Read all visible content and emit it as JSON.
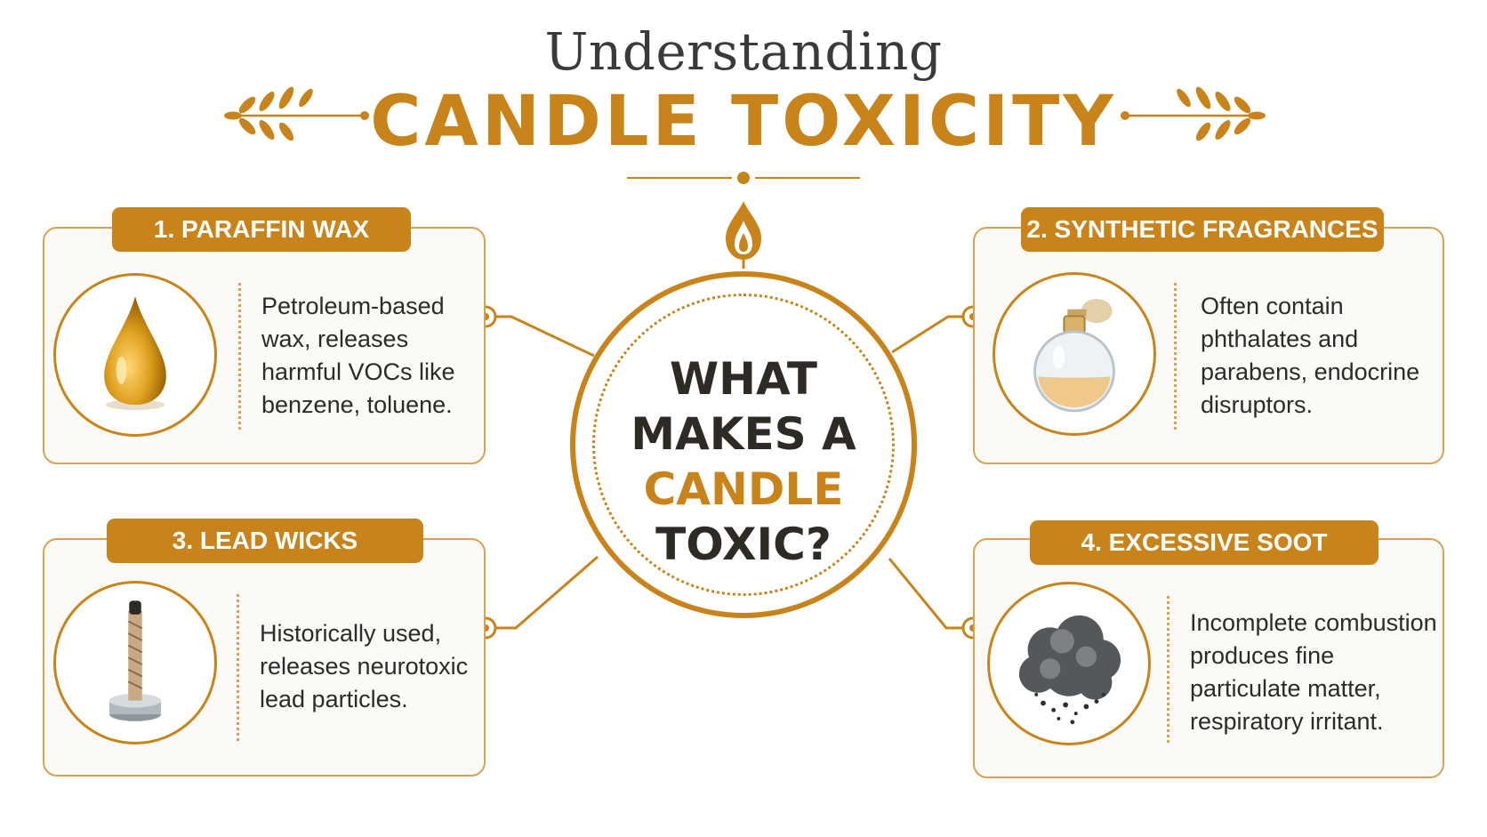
{
  "header": {
    "subtitle": "Understanding",
    "title": "CANDLE TOXICITY"
  },
  "center": {
    "lines": [
      "WHAT",
      "MAKES A",
      "CANDLE",
      "TOXIC?"
    ]
  },
  "cards": [
    {
      "label": "1.  PARAFFIN WAX",
      "icon": "oil-drop-icon",
      "lines": [
        "Petroleum-based",
        "wax, releases",
        "harmful VOCs like",
        "benzene, toluene."
      ]
    },
    {
      "label": "2. SYNTHETIC FRAGRANCES",
      "icon": "perfume-bottle-icon",
      "lines": [
        "Often contain",
        "phthalates and",
        "parabens, endocrine",
        "disruptors."
      ]
    },
    {
      "label": "3.  LEAD WICKS",
      "icon": "wick-icon",
      "lines": [
        "Historically used,",
        "releases neurotoxic",
        "lead particles."
      ]
    },
    {
      "label": "4.  EXCESSIVE SOOT",
      "icon": "smoke-cloud-icon",
      "lines": [
        "Incomplete combustion",
        "produces fine",
        "particulate matter,",
        "respiratory irritant."
      ]
    }
  ],
  "colors": {
    "accent": "#c8841a",
    "border": "#d8a255",
    "text": "#2b2b2b",
    "card_bg": "#fcfaf6"
  }
}
